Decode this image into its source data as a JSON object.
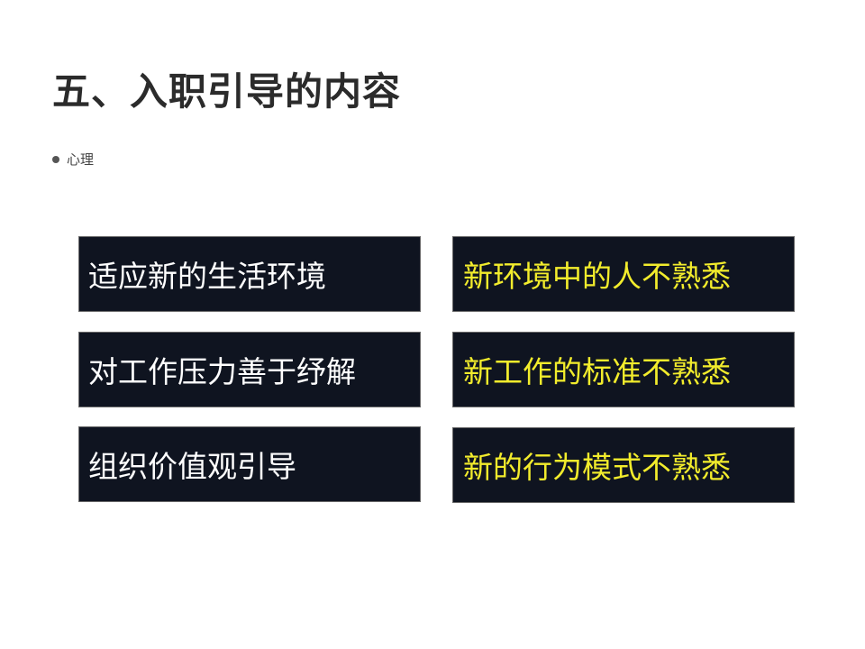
{
  "slide": {
    "title": "五、入职引导的内容",
    "bullet": "心理"
  },
  "left_cards": [
    {
      "text": "适应新的生活环境"
    },
    {
      "text": "对工作压力善于纾解"
    },
    {
      "text": "组织价值观引导"
    }
  ],
  "right_cards": [
    {
      "text": "新环境中的人不熟悉"
    },
    {
      "text": "新工作的标准不熟悉"
    },
    {
      "text": "新的行为模式不熟悉"
    }
  ],
  "colors": {
    "background": "#ffffff",
    "title": "#2b2b2b",
    "card_background": "#0f1420",
    "left_card_text": "#ffffff",
    "right_card_text": "#f2ec2c"
  }
}
